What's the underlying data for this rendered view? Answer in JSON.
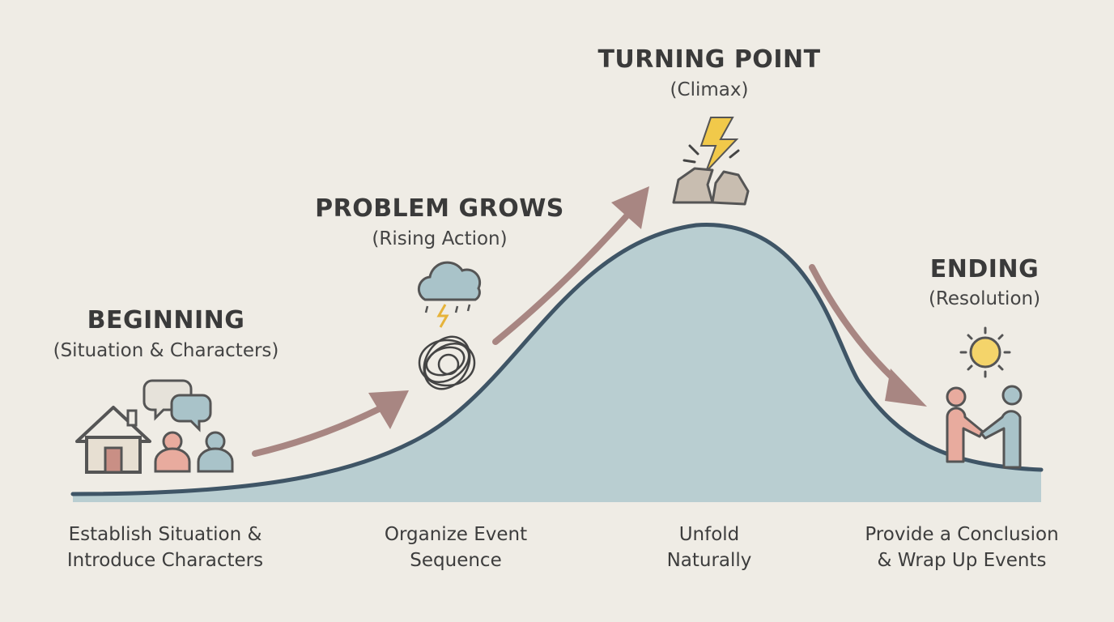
{
  "stages": [
    {
      "id": "beginning",
      "title": "BEGINNING",
      "subtitle": "(Situation & Characters)",
      "caption": [
        "Establish Situation &",
        "Introduce Characters"
      ]
    },
    {
      "id": "problem",
      "title": "PROBLEM GROWS",
      "subtitle": "(Rising Action)",
      "caption": [
        "Organize Event",
        "Sequence"
      ]
    },
    {
      "id": "turning",
      "title": "TURNING POINT",
      "subtitle": "(Climax)",
      "caption": [
        "Unfold",
        "Naturally"
      ]
    },
    {
      "id": "ending",
      "title": "ENDING",
      "subtitle": "(Resolution)",
      "caption": [
        "Provide a Conclusion",
        "& Wrap Up Events"
      ]
    }
  ],
  "icons": {
    "beginning": [
      "house-icon",
      "speech-bubbles-icon",
      "person-icon"
    ],
    "problem": [
      "storm-cloud-icon",
      "tangle-icon"
    ],
    "turning": [
      "lightning-bolt-icon",
      "broken-rock-icon"
    ],
    "ending": [
      "sun-icon",
      "handshake-icon"
    ]
  },
  "colors": {
    "background": "#efece5",
    "curve_fill": "#b9ced1",
    "curve_stroke": "#3f5566",
    "arrow": "#a88682",
    "lightning": "#f1c94a",
    "sun": "#f4d46a",
    "person_pink": "#e8ab9e",
    "person_blue": "#a9c3c9"
  }
}
